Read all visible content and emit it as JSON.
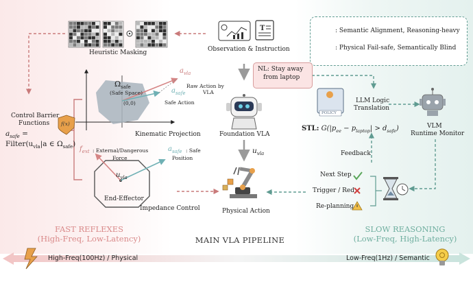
{
  "legend": {
    "semantic": ": Semantic Alignment, Reasoning-heavy",
    "physical": ": Physical Fail-safe, Semantically Blind"
  },
  "top": {
    "heuristic_masking": "Heuristic Masking",
    "observation": "Observation & Instruction"
  },
  "nl_box": {
    "line1": "NL: Stay away",
    "line2": "from laptop"
  },
  "projection": {
    "a_vla": "a",
    "a_vla_sub": "vla",
    "omega": "Ω",
    "omega_sub": "safe",
    "safe_space": "(Safe Space)",
    "raw_action_1": "Raw Action by",
    "raw_action_2": "VLA",
    "a_safe": "a",
    "a_safe_sub": "safe",
    "safe_action": "Safe Action",
    "origin": "(0,0)",
    "caption": "Kinematic Projection"
  },
  "cbf": {
    "line1": "Control Barrier",
    "line2": "Functions",
    "icon_text": "f(x)",
    "a_safe": "a",
    "a_safe_sub": "safe",
    "eq": "=",
    "filter": "Filter(u",
    "filter_sub1": "vla",
    "filter_mid": "|a ∈ Ω",
    "filter_sub2": "safe",
    "filter_end": ")"
  },
  "impedance": {
    "f_ext": "f",
    "f_ext_sub": "ext",
    "f_ext_label": ": External/Dangerous",
    "force": "Force",
    "a_safe": "a",
    "a_safe_sub": "safe",
    "safe_label": ": Safe",
    "position": "Position",
    "u_vla": "u",
    "u_vla_sub": "vla",
    "end_effector": "End-Effector",
    "caption": "Impedance Control"
  },
  "center": {
    "foundation_vla": "Foundation VLA",
    "u_vla": "u",
    "u_vla_sub": "vla",
    "physical_action": "Physical Action"
  },
  "right": {
    "llm_1": "LLM Logic",
    "llm_2": "Translation",
    "policy": "POLICY",
    "stl_label": "STL:",
    "stl_formula": "G(|p",
    "stl_sub1": "ee",
    "stl_mid": " − p",
    "stl_sub2": "laptop",
    "stl_mid2": "| > d",
    "stl_sub3": "safe",
    "stl_end": ")",
    "vlm_1": "VLM",
    "vlm_2": "Runtime Monitor",
    "feedback": "Feedback",
    "next_step": "Next Step",
    "trigger": "Trigger / Red",
    "replanning": "Re-planning"
  },
  "headings": {
    "fast_1": "FAST REFLEXES",
    "fast_2": "(High-Freq, Low-Latency)",
    "pipeline": "MAIN VLA PIPELINE",
    "slow_1": "SLOW REASONING",
    "slow_2": "(Low-Freq, High-Latency)"
  },
  "bottom": {
    "left": "High-Freq(100Hz) / Physical",
    "right": "Low-Freq(1Hz) / Semantic"
  },
  "colors": {
    "red": "#c97a7a",
    "teal": "#5f9b91",
    "gray_fill": "#a8b4bd",
    "orange": "#e8a04a"
  }
}
